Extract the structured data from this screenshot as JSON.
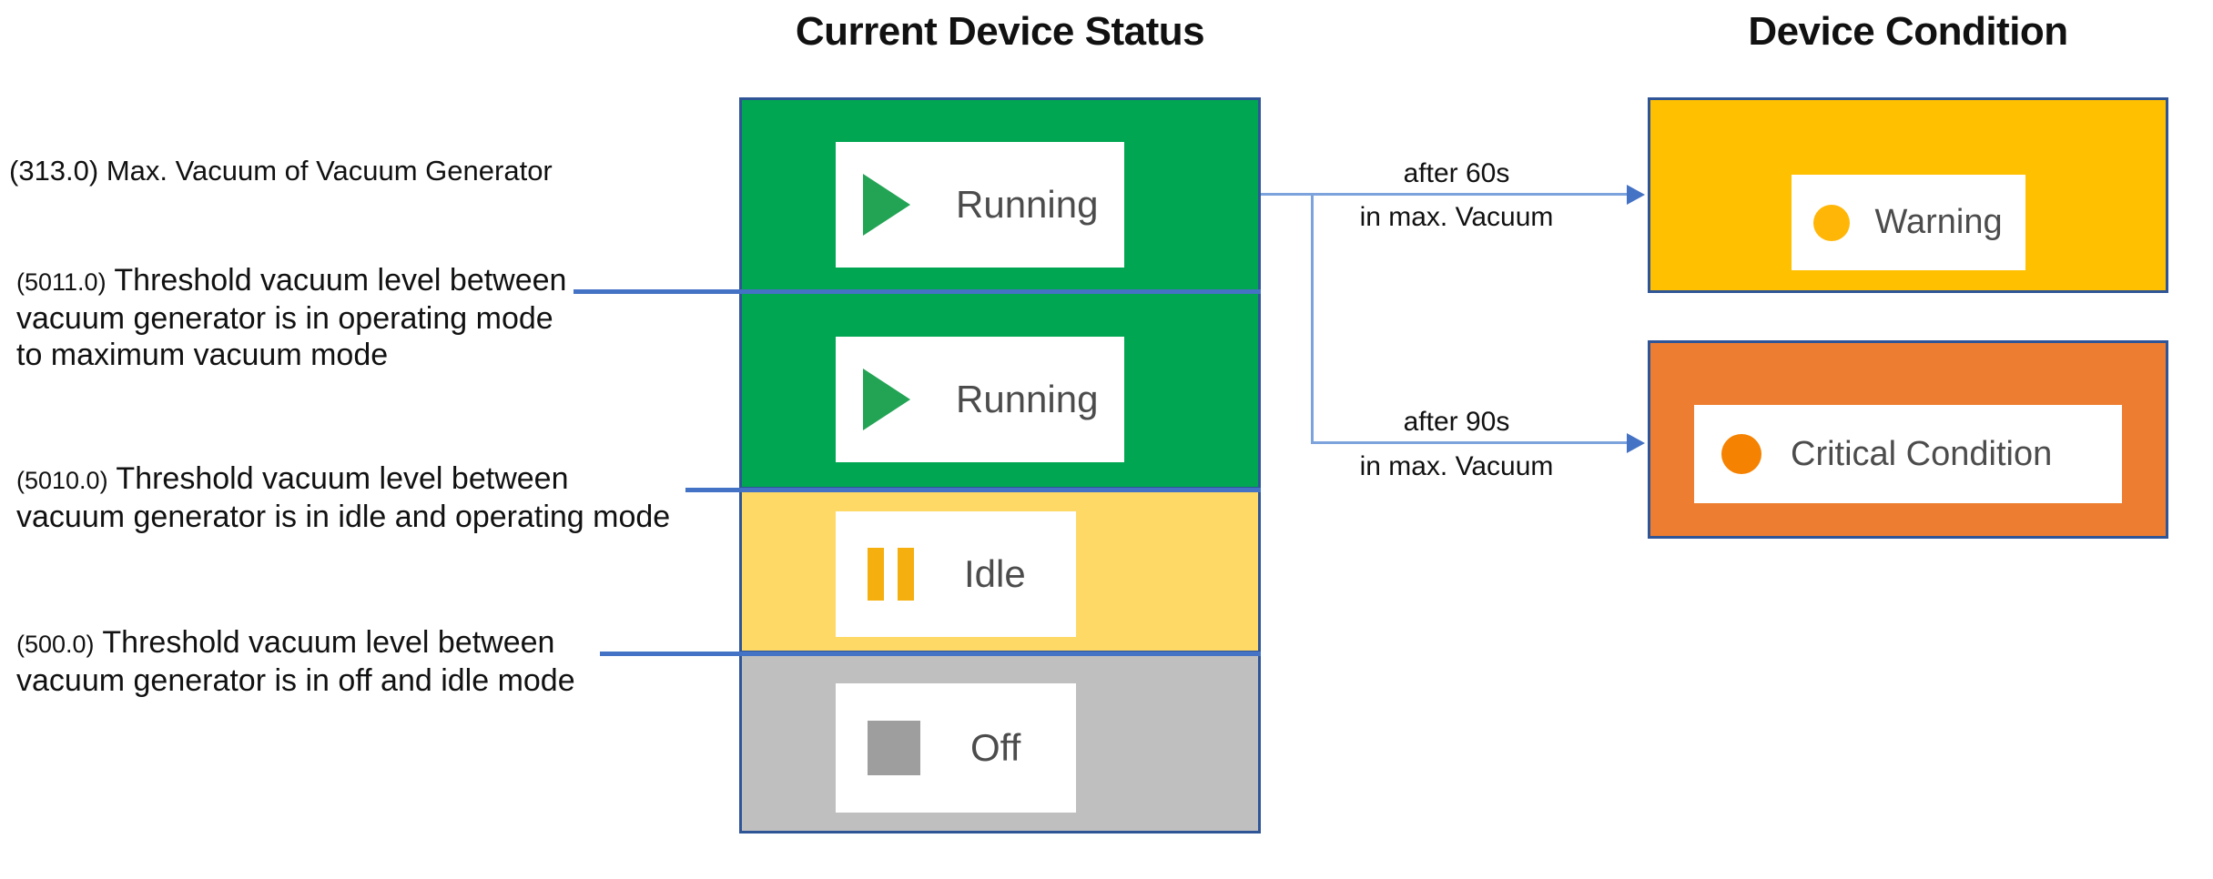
{
  "titles": {
    "status": "Current Device Status",
    "condition": "Device Condition"
  },
  "status_stack": [
    {
      "label": "Running",
      "icon": "play-icon"
    },
    {
      "label": "Running",
      "icon": "play-icon"
    },
    {
      "label": "Idle",
      "icon": "pause-icon"
    },
    {
      "label": "Off",
      "icon": "stop-icon"
    }
  ],
  "conditions": [
    {
      "label": "Warning",
      "icon": "warning-dot-icon"
    },
    {
      "label": "Critical Condition",
      "icon": "critical-dot-icon"
    }
  ],
  "annotations": [
    {
      "value": "(313.0)",
      "lines": [
        "Max. Vacuum of Vacuum Generator"
      ]
    },
    {
      "value": "(5011.0)",
      "lines": [
        "Threshold vacuum level between",
        "vacuum generator is in operating mode",
        "to maximum vacuum mode"
      ]
    },
    {
      "value": "(5010.0)",
      "lines": [
        "Threshold vacuum level between",
        "vacuum generator is in idle and operating mode"
      ]
    },
    {
      "value": "(500.0)",
      "lines": [
        "Threshold vacuum level between",
        "vacuum generator is in off and idle mode"
      ]
    }
  ],
  "transitions": [
    {
      "line1": "after 60s",
      "line2": "in max. Vacuum"
    },
    {
      "line1": "after 90s",
      "line2": "in max. Vacuum"
    }
  ],
  "colors": {
    "green": "#00A651",
    "idle_yellow": "#FFD966",
    "off_gray": "#BFBFBF",
    "warning_gold": "#FFC000",
    "critical_orange": "#ED7D31",
    "border_navy": "#2F5597",
    "threshold_blue": "#4472C4",
    "arrow_blue": "#7CA3DC",
    "arrowhead_blue": "#4472C4",
    "play_green": "#23A455",
    "pause_amber": "#F5AF0E",
    "stop_gray": "#9E9E9E",
    "warning_dot": "#FFB606",
    "critical_dot": "#F58200",
    "status_text": "#4C4C4C",
    "annotation_text": "#111111"
  }
}
